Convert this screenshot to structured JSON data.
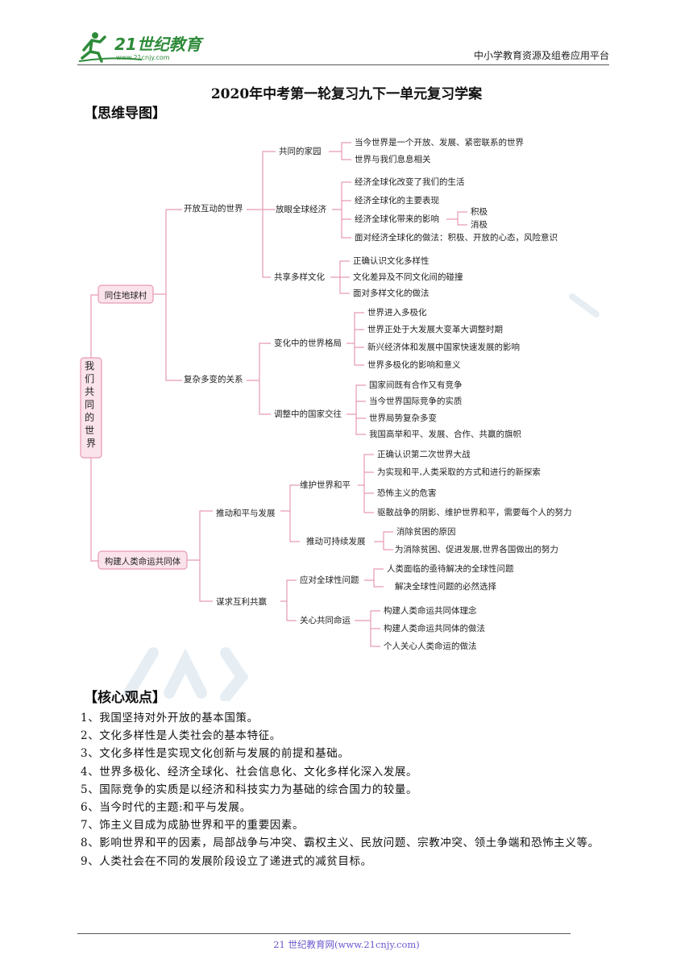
{
  "header": {
    "logo_text": "21世纪教育",
    "logo_url_text": "www.21cnjy.com",
    "right_text": "中小学教育资源及组卷应用平台"
  },
  "title": "2020年中考第一轮复习九下一单元复习学案",
  "sections": {
    "mindmap_heading": "【思维导图】",
    "core_heading": "【核心观点】"
  },
  "mindmap": {
    "root": "我们共同的世界",
    "l1": [
      "同住地球村",
      "构建人类命运共同体"
    ],
    "l2": [
      "开放互动的世界",
      "复杂多变的关系",
      "推动和平与发展",
      "谋求互利共赢"
    ],
    "l3": [
      "共同的家园",
      "放眼全球经济",
      "共享多样文化",
      "变化中的世界格局",
      "调整中的国家交往",
      "维护世界和平",
      "推动可持续发展",
      "应对全球性问题",
      "关心共同命运"
    ],
    "leaves": {
      "home": [
        "当今世界是一个开放、发展、紧密联系的世界",
        "世界与我们息息相关"
      ],
      "economy": [
        "经济全球化改变了我们的生活",
        "经济全球化的主要表现",
        "经济全球化带来的影响",
        "面对经济全球化的做法：积极、开放的心态，风险意识"
      ],
      "impact": [
        "积极",
        "消极"
      ],
      "culture": [
        "正确认识文化多样性",
        "文化差异及不同文化间的碰撞",
        "面对多样文化的做法"
      ],
      "pattern": [
        "世界进入多极化",
        "世界正处于大发展大变革大调整时期",
        "新兴经济体和发展中国家快速发展的影响",
        "世界多极化的影响和意义"
      ],
      "relations": [
        "国家间既有合作又有竞争",
        "当今世界国际竞争的实质",
        "世界局势复杂多变",
        "我国高举和平、发展、合作、共赢的旗帜"
      ],
      "peace": [
        "正确认识第二次世界大战",
        "为实现和平,人类采取的方式和进行的新探索",
        "恐怖主义的危害",
        "驱散战争的阴影、维护世界和平，需要每个人的努力"
      ],
      "sustain": [
        "消除贫困的原因",
        "为消除贫困、促进发展,世界各国做出的努力"
      ],
      "global": [
        "人类面临的亟待解决的全球性问题",
        "解决全球性问题的必然选择"
      ],
      "fate": [
        "构建人类命运共同体理念",
        "构建人类命运共同体的做法",
        "个人关心人类命运的做法"
      ]
    }
  },
  "core_points": [
    "1、我国坚持对外开放的基本国策。",
    "2、文化多样性是人类社会的基本特征。",
    "3、文化多样性是实现文化创新与发展的前提和基础。",
    "4、世界多极化、经济全球化、社会信息化、文化多样化深入发展。",
    "5、国际竞争的实质是以经济和科技实力为基础的综合国力的较量。",
    "6、当今时代的主题:和平与发展。",
    "7、饰主义目成为成胁世界和平的重要因素。",
    "8、影响世界和平的因素，局部战争与冲突、霸权主义、民放问题、宗教冲突、领土争端和恐怖主义等。",
    "9、人类社会在不同的发展阶段设立了递进式的减贫目标。"
  ],
  "footer": "21 世纪教育网(www.21cnjy.com)",
  "colors": {
    "accent": "#e79ab4",
    "box_fill": "#fbe3ec",
    "logo_green": "#2e8b3a"
  }
}
